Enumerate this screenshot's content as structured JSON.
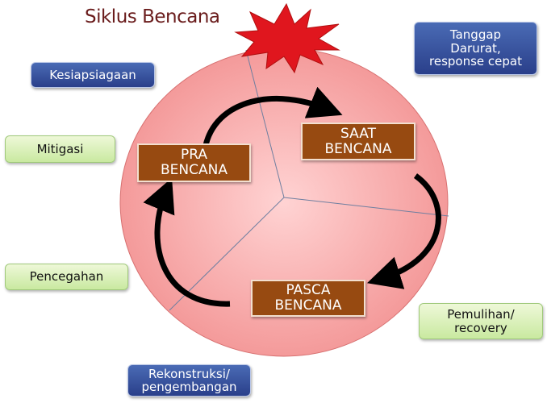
{
  "title": "Siklus Bencana",
  "phases": {
    "pra": [
      "PRA",
      "BENCANA"
    ],
    "saat": [
      "SAAT",
      "BENCANA"
    ],
    "pasca": [
      "PASCA",
      "BENCANA"
    ]
  },
  "labels": {
    "kesiapsiagaan": "Kesiapsiagaan",
    "tanggap": [
      "Tanggap",
      "Darurat,",
      "response cepat"
    ],
    "mitigasi": "Mitigasi",
    "pencegahan": "Pencegahan",
    "pemulihan": [
      "Pemulihan/",
      "recovery"
    ],
    "rekonstruksi": [
      "Rekonstruksi/",
      "pengembangan"
    ]
  },
  "colors": {
    "circle": "#f6a9a9",
    "phase": "#974a11",
    "blue": "#2f4b9a",
    "green": "#d4eeb0",
    "burst": "#e0161e",
    "title": "#6a1c1c"
  }
}
